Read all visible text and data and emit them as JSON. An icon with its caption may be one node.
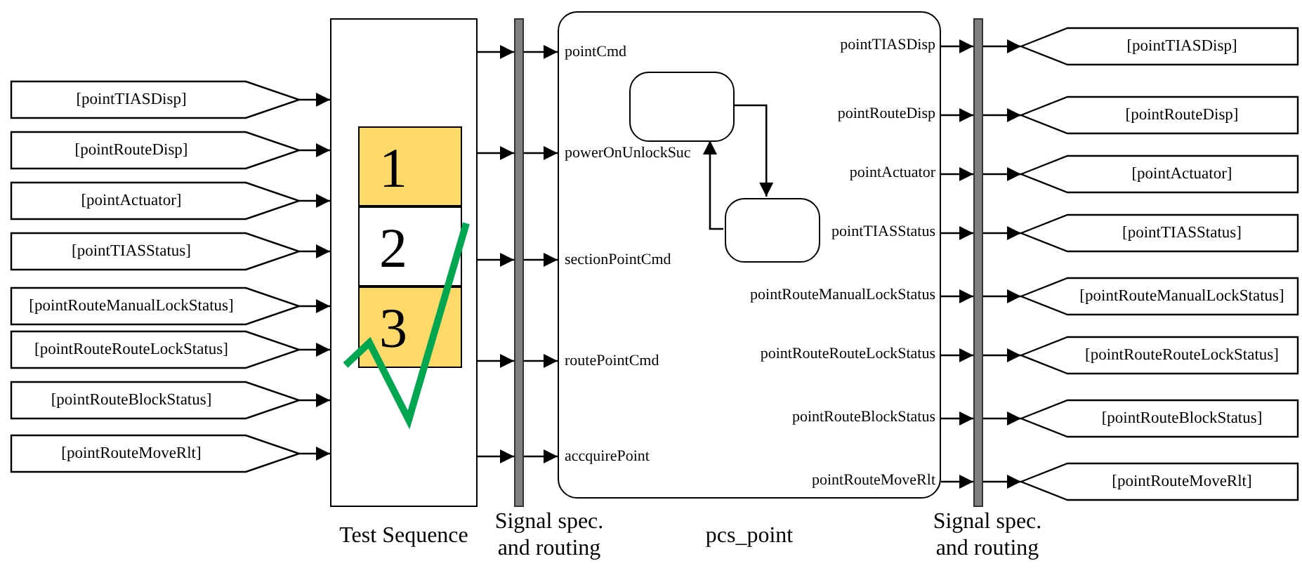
{
  "diagram": {
    "nodes": [
      {
        "text": [
          "[pointTIASDisp]"
        ]
      },
      {
        "text": [
          "[pointRouteDisp]"
        ]
      },
      {
        "text": [
          "[pointActuator]"
        ]
      },
      {
        "text": [
          "[pointTIASStatus]"
        ]
      },
      {
        "text": [
          "[pointRouteManualLockStatus]"
        ]
      },
      {
        "text": [
          "[pointRouteRouteLockStatus]"
        ]
      },
      {
        "text": [
          "[pointRouteBlockStatus]"
        ]
      },
      {
        "text": [
          "[pointRouteMoveRlt]"
        ]
      },
      {
        "text": [
          "Test Sequence"
        ]
      },
      {
        "text": [
          "1"
        ],
        "in": 8
      },
      {
        "text": [
          "2"
        ],
        "in": 8
      },
      {
        "text": [
          "3"
        ],
        "in": 8
      },
      {
        "text": [
          "Signal spec. and routing"
        ]
      },
      {
        "text": [
          "pcs_point",
          "pointCmd",
          "powerOnUnlockSuc",
          "sectionPointCmd",
          "routePointCmd",
          "accquirePoint",
          "pointTIASDisp",
          "pointRouteDisp",
          "pointActuator",
          "pointTIASStatus",
          "pointRouteManualLockStatus",
          "pointRouteRouteLockStatus",
          "pointRouteBlockStatus",
          "pointRouteMoveRlt"
        ]
      },
      {
        "text": [],
        "shape": "box",
        "in": 13
      },
      {
        "text": [],
        "shape": "box",
        "in": 13
      },
      {
        "text": [
          "Signal spec. and routing"
        ]
      },
      {
        "text": [
          "[pointTIASDisp]"
        ]
      },
      {
        "text": [
          "[pointRouteDisp]"
        ]
      },
      {
        "text": [
          "[pointActuator]"
        ]
      },
      {
        "text": [
          "[pointTIASStatus]"
        ]
      },
      {
        "text": [
          "[pointRouteManualLockStatus]"
        ]
      },
      {
        "text": [
          "[pointRouteRouteLockStatus]"
        ]
      },
      {
        "text": [
          "[pointRouteBlockStatus]"
        ]
      },
      {
        "text": [
          "[pointRouteMoveRlt]"
        ]
      }
    ],
    "edges": [
      {
        "from": 0,
        "to": 8,
        "arrow": "to"
      },
      {
        "from": 1,
        "to": 8,
        "arrow": "to"
      },
      {
        "from": 2,
        "to": 8,
        "arrow": "to"
      },
      {
        "from": 3,
        "to": 8,
        "arrow": "to"
      },
      {
        "from": 4,
        "to": 8,
        "arrow": "to"
      },
      {
        "from": 5,
        "to": 8,
        "arrow": "to"
      },
      {
        "from": 6,
        "to": 8,
        "arrow": "to"
      },
      {
        "from": 7,
        "to": 8,
        "arrow": "to"
      },
      {
        "from": 8,
        "to": 12,
        "arrow": "to"
      },
      {
        "from": 8,
        "to": 12,
        "arrow": "to"
      },
      {
        "from": 8,
        "to": 12,
        "arrow": "to"
      },
      {
        "from": 8,
        "to": 12,
        "arrow": "to"
      },
      {
        "from": 8,
        "to": 12,
        "arrow": "to"
      },
      {
        "from": 12,
        "to": 13,
        "arrow": "to"
      },
      {
        "from": 12,
        "to": 13,
        "arrow": "to"
      },
      {
        "from": 12,
        "to": 13,
        "arrow": "to"
      },
      {
        "from": 12,
        "to": 13,
        "arrow": "to"
      },
      {
        "from": 12,
        "to": 13,
        "arrow": "to"
      },
      {
        "from": 14,
        "to": 15,
        "arrow": "to"
      },
      {
        "from": 15,
        "to": 14,
        "arrow": "to"
      },
      {
        "from": 13,
        "to": 16,
        "arrow": "to"
      },
      {
        "from": 13,
        "to": 16,
        "arrow": "to"
      },
      {
        "from": 13,
        "to": 16,
        "arrow": "to"
      },
      {
        "from": 13,
        "to": 16,
        "arrow": "to"
      },
      {
        "from": 13,
        "to": 16,
        "arrow": "to"
      },
      {
        "from": 13,
        "to": 16,
        "arrow": "to"
      },
      {
        "from": 13,
        "to": 16,
        "arrow": "to"
      },
      {
        "from": 13,
        "to": 16,
        "arrow": "to"
      },
      {
        "from": 16,
        "to": 17,
        "arrow": "to"
      },
      {
        "from": 16,
        "to": 18,
        "arrow": "to"
      },
      {
        "from": 16,
        "to": 19,
        "arrow": "to"
      },
      {
        "from": 16,
        "to": 20,
        "arrow": "to"
      },
      {
        "from": 16,
        "to": 21,
        "arrow": "to"
      },
      {
        "from": 16,
        "to": 22,
        "arrow": "to"
      },
      {
        "from": 16,
        "to": 23,
        "arrow": "to"
      },
      {
        "from": 16,
        "to": 24,
        "arrow": "to"
      }
    ]
  }
}
